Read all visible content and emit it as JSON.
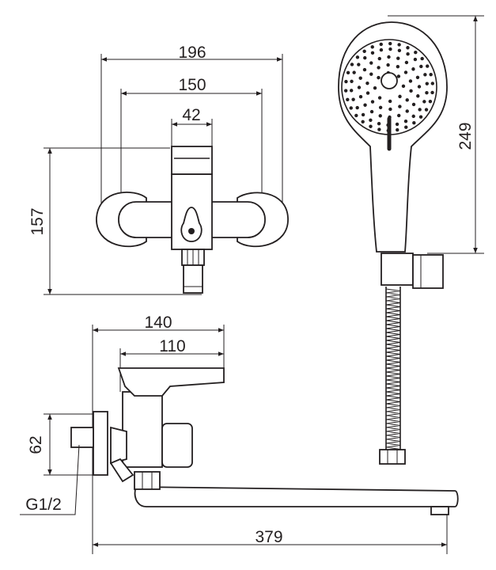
{
  "dimensions": {
    "front_overall_width": "196",
    "front_center_distance": "150",
    "front_handle_width": "42",
    "front_height": "157",
    "shower_length": "249",
    "side_depth": "140",
    "side_lever_depth": "110",
    "side_connection_height": "62",
    "thread_size": "G1/2",
    "spout_length": "379"
  },
  "colors": {
    "line": "#231f20",
    "background": "#ffffff"
  }
}
